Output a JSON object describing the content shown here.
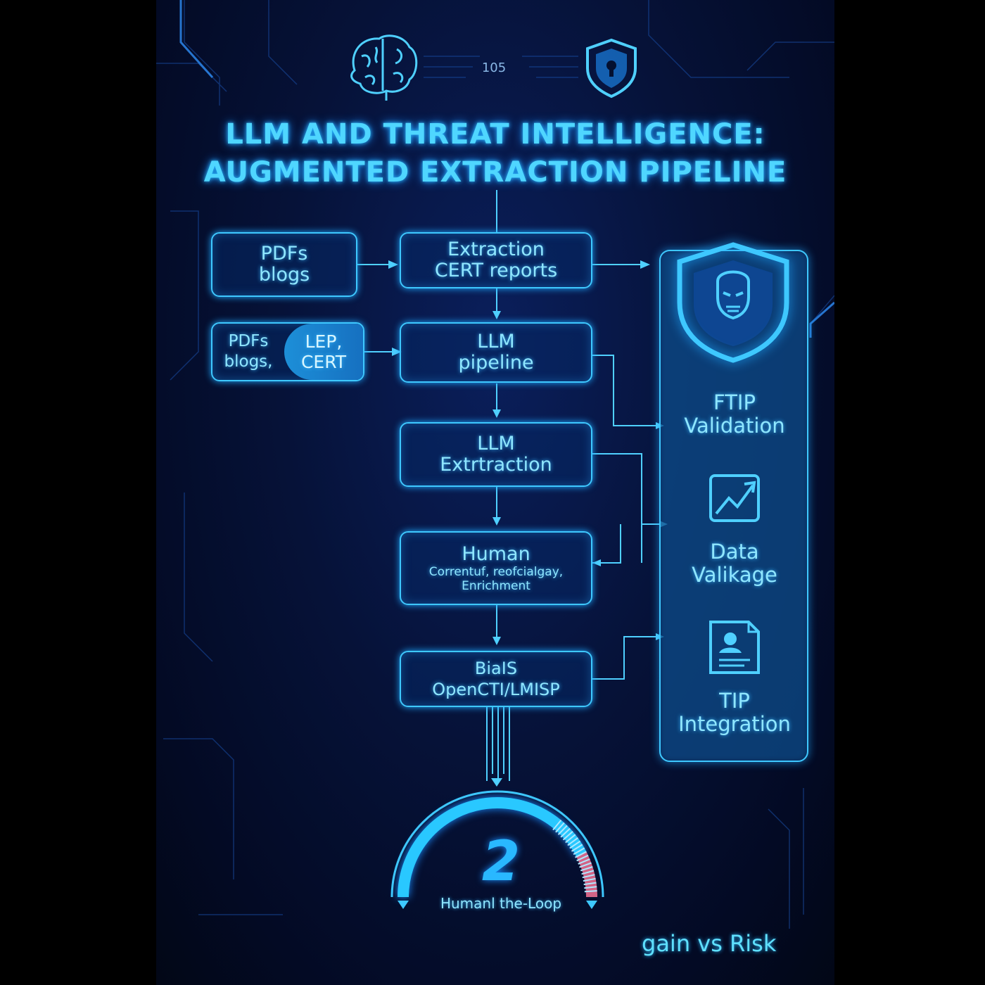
{
  "header": {
    "counter": "105",
    "title_line1": "LLM AND THREAT INTELLIGENCE:",
    "title_line2": "AUGMENTED EXTRACTION PIPELINE"
  },
  "inputs": {
    "source1": {
      "line1": "PDFs",
      "line2": "blogs"
    },
    "source2": {
      "left1": "PDFs",
      "left2": "blogs,",
      "right1": "LEP,",
      "right2": "CERT"
    }
  },
  "pipeline": {
    "step1": {
      "line1": "Extraction",
      "line2": "CERT reports"
    },
    "step2": {
      "line1": "LLM",
      "line2": "pipeline"
    },
    "step3": {
      "line1": "LLM",
      "line2": "Extrtraction"
    },
    "step4": {
      "line1": "Human",
      "line2": "Correntuf, reofcialgay,",
      "line3": "Enrichment"
    },
    "step5": {
      "line1": "BiaIS",
      "line2": "OpenCTI/LMISP"
    }
  },
  "sidebar": {
    "item1": {
      "line1": "FTIP",
      "line2": "Validation"
    },
    "item2": {
      "line1": "Data",
      "line2": "Valikage"
    },
    "item3": {
      "line1": "TIP",
      "line2": "Integration"
    }
  },
  "gauge": {
    "value": "2",
    "label": "Humanl the-Loop",
    "level": 0.85
  },
  "footer": {
    "tagline": "gain vs Risk"
  },
  "colors": {
    "accent": "#3ec8ff",
    "glow": "#1a8cff",
    "risk": "#e86a8a",
    "background": "#061238"
  },
  "icons": [
    "brain-icon",
    "shield-lock-icon",
    "shield-skull-icon",
    "chart-icon",
    "document-user-icon"
  ]
}
